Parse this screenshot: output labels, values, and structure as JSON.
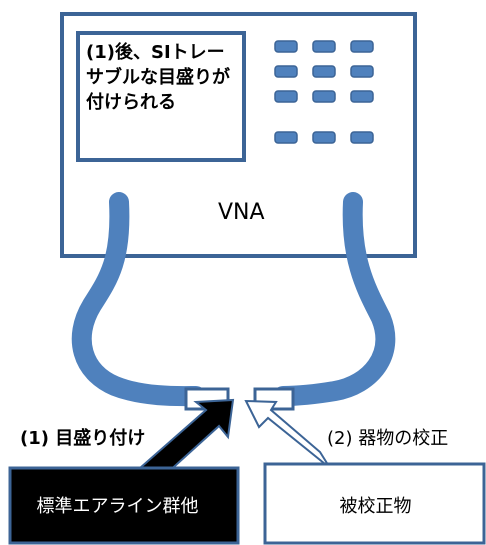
{
  "vna": {
    "label": "VNA",
    "screen_text": "(1)後、SIトレーサブルな目盛りが付けられる"
  },
  "steps": {
    "step1": "(1) 目盛り付け",
    "step2": "(2) 器物の校正"
  },
  "boxes": {
    "standard": "標準エアライン群他",
    "dut": "被校正物"
  },
  "colors": {
    "outline": "#3c6496",
    "cable": "#4f81bd",
    "standard_box": "#000000"
  }
}
